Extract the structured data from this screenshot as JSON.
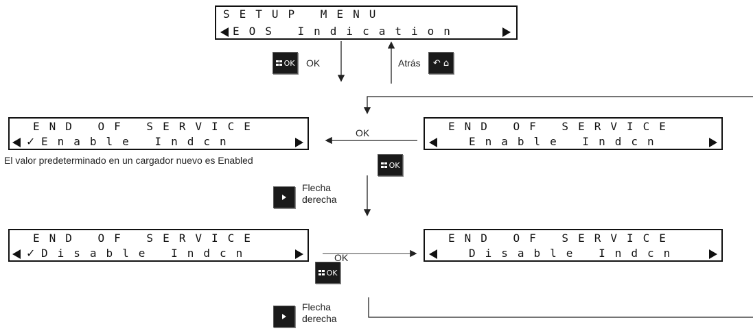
{
  "setup_menu": {
    "line1": "SETUP MENU",
    "line2": "EOS Indication"
  },
  "eos_title": "END OF SERVICE",
  "screens": {
    "enable_checked": "Enable Indcn",
    "enable_unchecked": "Enable Indcn",
    "disable_checked": "Disable Indcn",
    "disable_unchecked": "Disable Indcn"
  },
  "check_mark": "✓",
  "labels": {
    "ok_top": "OK",
    "back": "Atrás",
    "ok_middle": "OK",
    "ok_bottom": "OK",
    "default_note": "El valor predeterminado en un cargador nuevo es Enabled",
    "right_arrow_1": "Flecha\nderecha",
    "right_arrow_2": "Flecha\nderecha"
  },
  "buttons": {
    "ok_text": "OK",
    "back_icons": "↶ ⌂"
  },
  "colors": {
    "button_bg": "#1a1a1a",
    "line": "#222222"
  }
}
